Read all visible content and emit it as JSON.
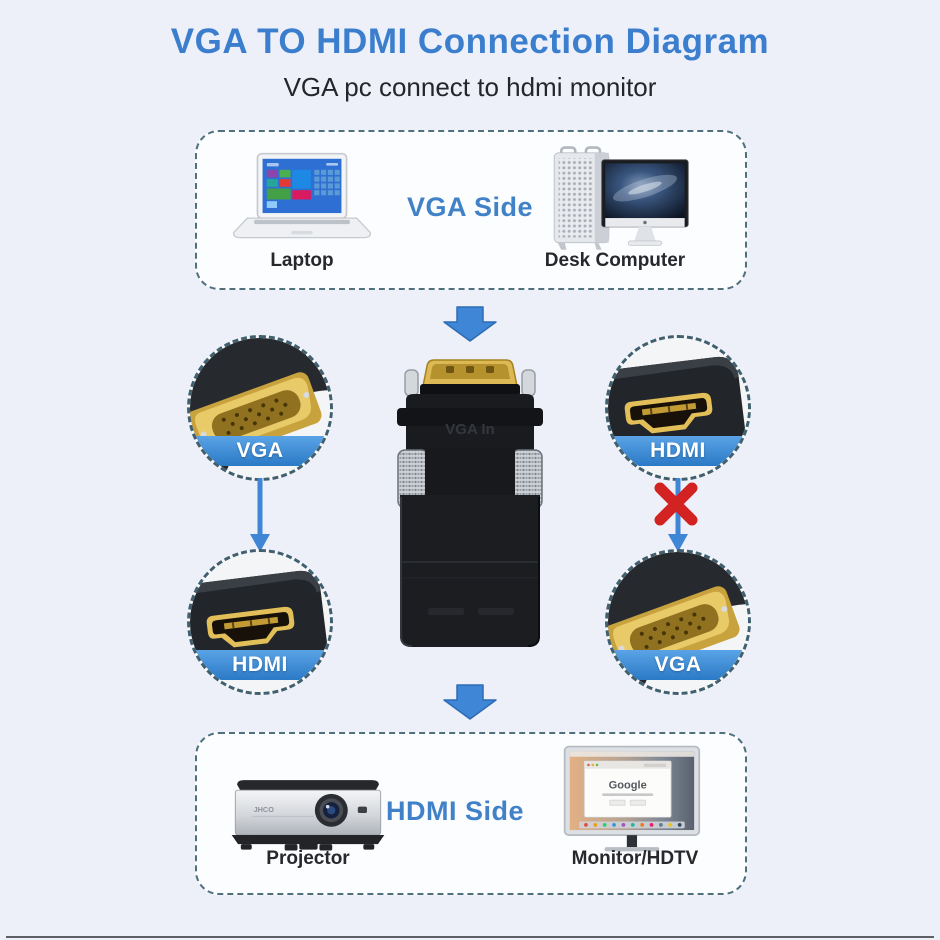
{
  "page": {
    "title": "VGA TO HDMI Connection Diagram",
    "subtitle": "VGA pc connect to hdmi monitor"
  },
  "colors": {
    "background": "#edf0f9",
    "panel": "#fbfdfe",
    "title_blue": "#3b7ecd",
    "side_label_blue": "#4181c8",
    "arrow_blue": "#3f86d6",
    "ribbon_blue": "#3189d8",
    "cross_red": "#d32222",
    "dash_border": "#51707e",
    "caption_dark": "#26282c"
  },
  "vga_side": {
    "label": "VGA Side",
    "devices": [
      {
        "name": "laptop",
        "caption": "Laptop"
      },
      {
        "name": "desk-computer",
        "caption": "Desk Computer"
      }
    ]
  },
  "connectors": {
    "top_left": {
      "type": "vga-male-plug",
      "label": "VGA"
    },
    "top_right": {
      "type": "hdmi-female-port",
      "label": "HDMI"
    },
    "bottom_left": {
      "type": "hdmi-female-port",
      "label": "HDMI"
    },
    "bottom_right": {
      "type": "vga-male-plug",
      "label": "VGA"
    }
  },
  "adapter": {
    "port_label": "VGA In"
  },
  "hdmi_side": {
    "label": "HDMI Side",
    "devices": [
      {
        "name": "projector",
        "caption": "Projector",
        "brand": "JHCO"
      },
      {
        "name": "monitor-hdtv",
        "caption": "Monitor/HDTV",
        "screen_text": "Google"
      }
    ]
  }
}
